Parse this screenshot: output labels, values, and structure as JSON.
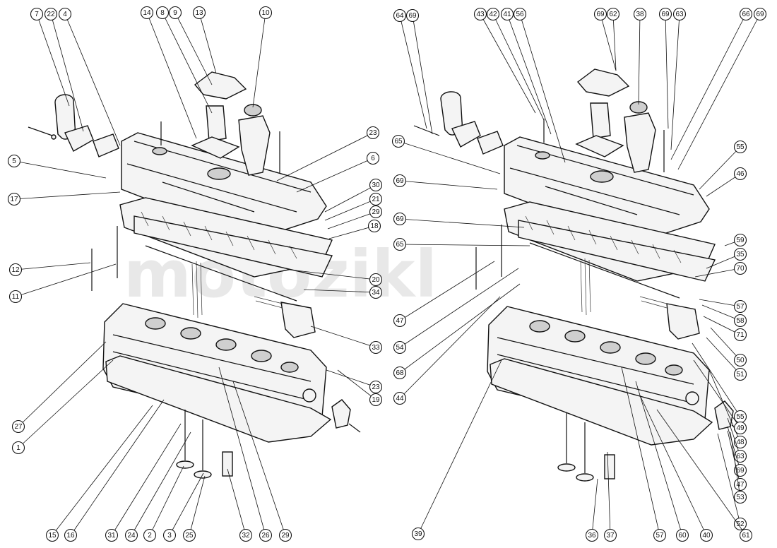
{
  "diagram": {
    "watermark": "motozikl",
    "colors": {
      "ink": "#111111",
      "paper": "#ffffff",
      "shade": "#cfcfcf"
    },
    "left_callouts": [
      "7",
      "22",
      "4",
      "14",
      "8",
      "9",
      "13",
      "10",
      "23",
      "6",
      "5",
      "17",
      "30",
      "21",
      "29",
      "18",
      "12",
      "11",
      "20",
      "34",
      "33",
      "23",
      "19",
      "27",
      "1",
      "15",
      "16",
      "31",
      "24",
      "2",
      "3",
      "25",
      "32",
      "26",
      "29"
    ],
    "right_callouts": [
      "64",
      "69",
      "43",
      "42",
      "41",
      "56",
      "69",
      "62",
      "38",
      "69",
      "63",
      "66",
      "69",
      "65",
      "55",
      "69",
      "46",
      "69",
      "65",
      "59",
      "35",
      "70",
      "47",
      "54",
      "68",
      "44",
      "57",
      "58",
      "71",
      "50",
      "51",
      "55",
      "49",
      "48",
      "63",
      "69",
      "47",
      "53",
      "52",
      "39",
      "36",
      "37",
      "57",
      "60",
      "40",
      "61"
    ]
  }
}
